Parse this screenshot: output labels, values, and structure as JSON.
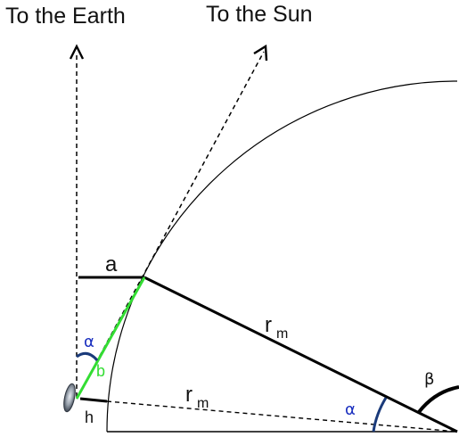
{
  "labels": {
    "to_earth": "To the Earth",
    "to_sun": "To the Sun",
    "a": "a",
    "b": "b",
    "h": "h",
    "alpha_top": "α",
    "alpha_bottom": "α",
    "beta": "β",
    "r_top": "r",
    "r_top_sub": "m",
    "r_bottom": "r",
    "r_bottom_sub": "m"
  },
  "colors": {
    "line": "#000000",
    "chord": "#33dd33",
    "alpha": "#1a2fbf",
    "b_label": "#33dd33",
    "arc_alpha": "#1a3a7a"
  }
}
